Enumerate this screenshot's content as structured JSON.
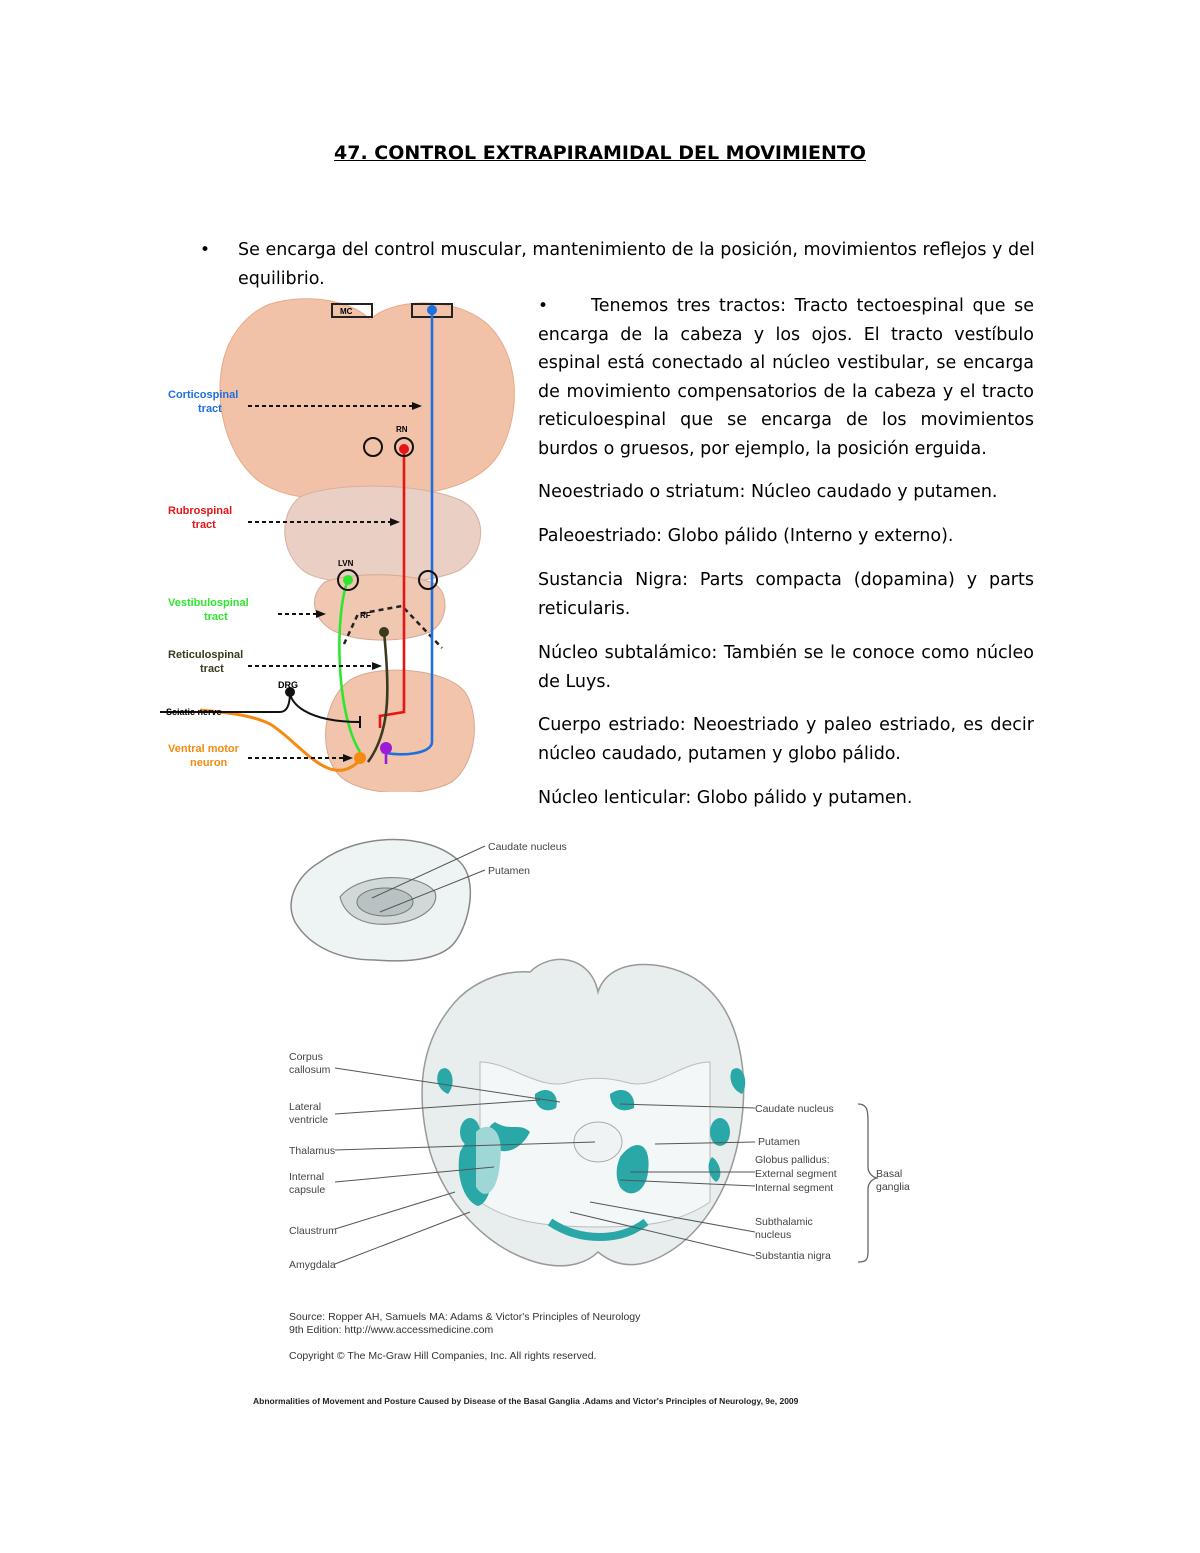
{
  "title": "47. CONTROL EXTRAPIRAMIDAL DEL MOVIMIENTO",
  "bullet_symbol": "•",
  "bullet1": "Se encarga del control muscular, mantenimiento de la posición, movimientos reflejos y del equilibrio.",
  "bullet2": "Tenemos tres tractos: Tracto tectoespinal que se encarga de la cabeza y los ojos. El tracto vestíbulo espinal está conectado al núcleo vestibular, se encarga de movimiento compensatorios de la cabeza y el tracto reticuloespinal que se encarga de los movimientos burdos o gruesos, por ejemplo, la posición erguida.",
  "paragraphs": [
    "Neoestriado o striatum: Núcleo caudado y putamen.",
    "Paleoestriado: Globo pálido (Interno y externo).",
    "Sustancia Nigra: Parts compacta (dopamina) y parts reticularis.",
    "Núcleo subtalámico: También se le conoce como núcleo de Luys.",
    "Cuerpo estriado: Neoestriado y paleo estriado, es decir núcleo caudado, putamen y globo pálido.",
    "Núcleo lenticular: Globo pálido y putamen."
  ],
  "figure1": {
    "box_mc": "MC",
    "rn": "RN",
    "lvn": "LVN",
    "rf": "RF",
    "drg": "DRG",
    "corticospinal": [
      "Corticospinal",
      "tract"
    ],
    "rubrospinal": [
      "Rubrospinal",
      "tract"
    ],
    "vestibulospinal": [
      "Vestibulospinal",
      "tract"
    ],
    "reticulospinal": [
      "Reticulospinal",
      "tract"
    ],
    "sciatic": "Sciatic nerve",
    "ventral": [
      "Ventral motor",
      "neuron"
    ],
    "colors": {
      "corticospinal": "#1e6fe0",
      "rubrospinal": "#e51515",
      "vestibulospinal": "#2ee62e",
      "reticulospinal": "#3a3a1e",
      "ventral": "#f58a12",
      "tissue": "#f2c2a8"
    }
  },
  "figure2": {
    "caudate_top": "Caudate nucleus",
    "putamen_top": "Putamen",
    "left_labels": [
      [
        "Corpus",
        "callosum"
      ],
      [
        "Lateral",
        "ventricle"
      ],
      [
        "Thalamus"
      ],
      [
        "Internal",
        "capsule"
      ],
      [
        "Claustrum"
      ],
      [
        "Amygdala"
      ]
    ],
    "right_labels": [
      [
        "Caudate nucleus"
      ],
      [
        "Putamen"
      ],
      [
        "Globus pallidus:"
      ],
      [
        "External segment"
      ],
      [
        "Internal segment"
      ],
      [
        "Subthalamic",
        "nucleus"
      ],
      [
        "Substantia nigra"
      ]
    ],
    "basal": [
      "Basal",
      "ganglia"
    ],
    "accent": "#2aa8a8"
  },
  "source_line1": "Source: Ropper AH, Samuels MA: Adams & Victor's Principles of Neurology",
  "source_line2": "9th Edition: http://www.accessmedicine.com",
  "copyright": "Copyright © The Mc-Graw Hill Companies, Inc. All rights reserved.",
  "caption": "Abnormalities of Movement and Posture Caused by Disease of the Basal Ganglia .Adams and Victor's Principles of Neurology, 9e, 2009"
}
